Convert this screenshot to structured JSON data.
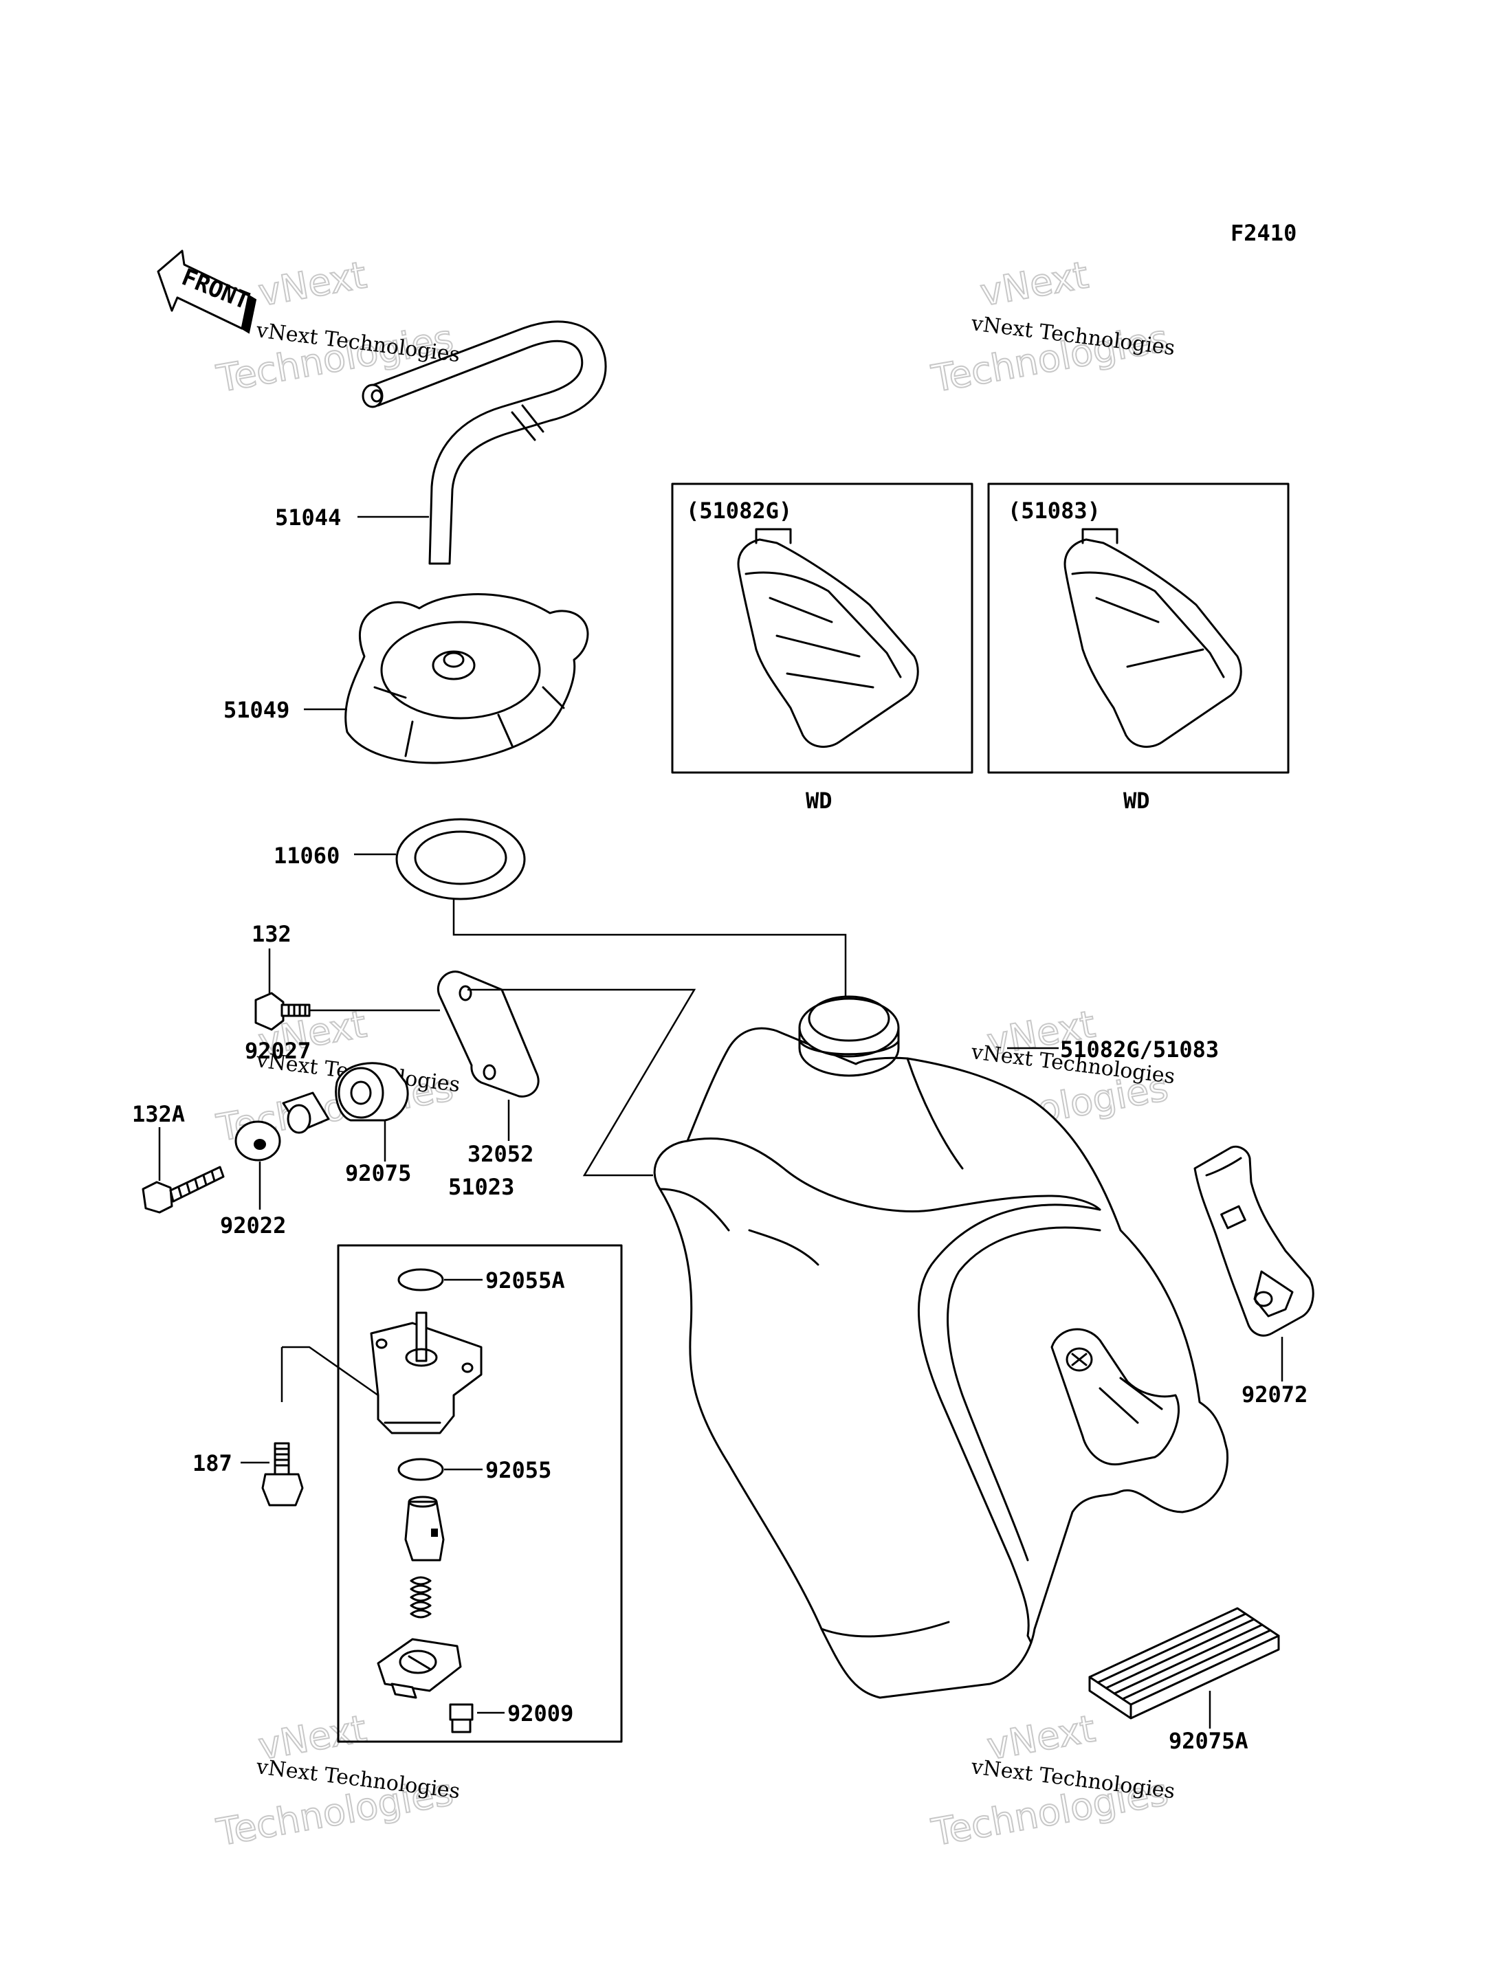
{
  "diagram": {
    "code": "F2410",
    "front_label": "FRONT",
    "watermark": {
      "line1": "vNext Technologies",
      "line2": "vNext",
      "line3": "Technologies"
    },
    "parts": {
      "p51044": "51044",
      "p51049": "51049",
      "p11060": "11060",
      "p132": "132",
      "p92027": "92027",
      "p32052": "32052",
      "p92075": "92075",
      "p132A": "132A",
      "p92022": "92022",
      "p51023": "51023",
      "p92055A": "92055A",
      "p187": "187",
      "p92055": "92055",
      "p92009": "92009",
      "p51082G51083": "51082G/51083",
      "p92072": "92072",
      "p92075A": "92075A"
    },
    "variants": [
      {
        "code": "(51082G)",
        "note": "WD"
      },
      {
        "code": "(51083)",
        "note": "WD"
      }
    ]
  }
}
